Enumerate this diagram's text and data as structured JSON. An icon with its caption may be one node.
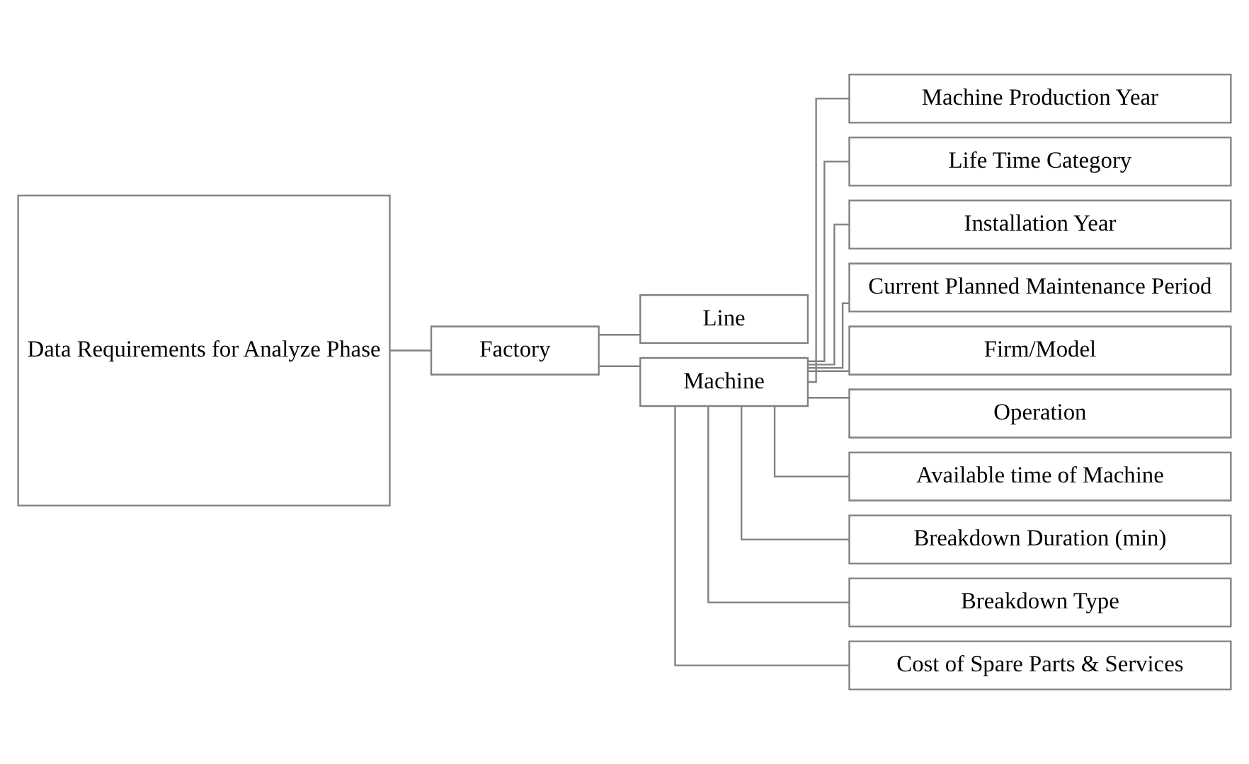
{
  "diagram": {
    "nodes": [
      {
        "text": [
          "Data Requirements for Analyze Phase"
        ]
      },
      {
        "text": [
          "Factory"
        ]
      },
      {
        "text": [
          "Line"
        ]
      },
      {
        "text": [
          "Machine"
        ]
      },
      {
        "text": [
          "Machine Production Year"
        ]
      },
      {
        "text": [
          "Life Time Category"
        ]
      },
      {
        "text": [
          "Installation Year"
        ]
      },
      {
        "text": [
          "Current Planned Maintenance Period"
        ]
      },
      {
        "text": [
          "Firm/Model"
        ]
      },
      {
        "text": [
          "Operation"
        ]
      },
      {
        "text": [
          "Available time of Machine"
        ]
      },
      {
        "text": [
          "Breakdown Duration (min)"
        ]
      },
      {
        "text": [
          "Breakdown Type"
        ]
      },
      {
        "text": [
          "Cost of Spare Parts & Services"
        ]
      }
    ],
    "edges": [
      {
        "from": 0,
        "to": 1,
        "arrow": "none"
      },
      {
        "from": 1,
        "to": 2,
        "arrow": "none"
      },
      {
        "from": 1,
        "to": 3,
        "arrow": "none"
      },
      {
        "from": 3,
        "to": 4,
        "arrow": "none"
      },
      {
        "from": 3,
        "to": 5,
        "arrow": "none"
      },
      {
        "from": 3,
        "to": 6,
        "arrow": "none"
      },
      {
        "from": 3,
        "to": 7,
        "arrow": "none"
      },
      {
        "from": 3,
        "to": 8,
        "arrow": "none"
      },
      {
        "from": 3,
        "to": 9,
        "arrow": "none"
      },
      {
        "from": 3,
        "to": 10,
        "arrow": "none"
      },
      {
        "from": 3,
        "to": 11,
        "arrow": "none"
      },
      {
        "from": 3,
        "to": 12,
        "arrow": "none"
      },
      {
        "from": 3,
        "to": 13,
        "arrow": "none"
      }
    ]
  }
}
